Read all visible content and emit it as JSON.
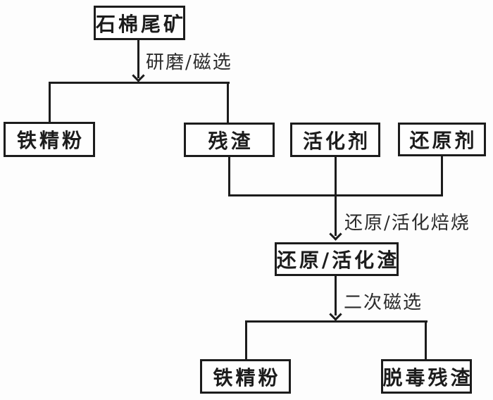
{
  "diagram": {
    "type": "flowchart",
    "nodes": {
      "asbestos_tailings": "石棉尾矿",
      "iron_concentrate_top": "铁精粉",
      "residue": "残渣",
      "activator": "活化剂",
      "reducing_agent": "还原剂",
      "reduction_activation_slag": "还原/活化渣",
      "iron_concentrate_bottom": "铁精粉",
      "detoxified_residue": "脱毒残渣"
    },
    "process_labels": {
      "grinding_magnetic_separation": "研磨/磁选",
      "reduction_activation_roasting": "还原/活化焙烧",
      "secondary_magnetic_separation": "二次磁选"
    },
    "edges": [
      {
        "from": "asbestos_tailings",
        "to": [
          "iron_concentrate_top",
          "residue"
        ],
        "label": "研磨/磁选"
      },
      {
        "from": [
          "residue",
          "activator",
          "reducing_agent"
        ],
        "to": "reduction_activation_slag",
        "label": "还原/活化焙烧"
      },
      {
        "from": "reduction_activation_slag",
        "to": [
          "iron_concentrate_bottom",
          "detoxified_residue"
        ],
        "label": "二次磁选"
      }
    ],
    "colors": {
      "line": "#1c1c1c",
      "background": "#fdfdfd",
      "box_fill": "#fefefe"
    }
  }
}
